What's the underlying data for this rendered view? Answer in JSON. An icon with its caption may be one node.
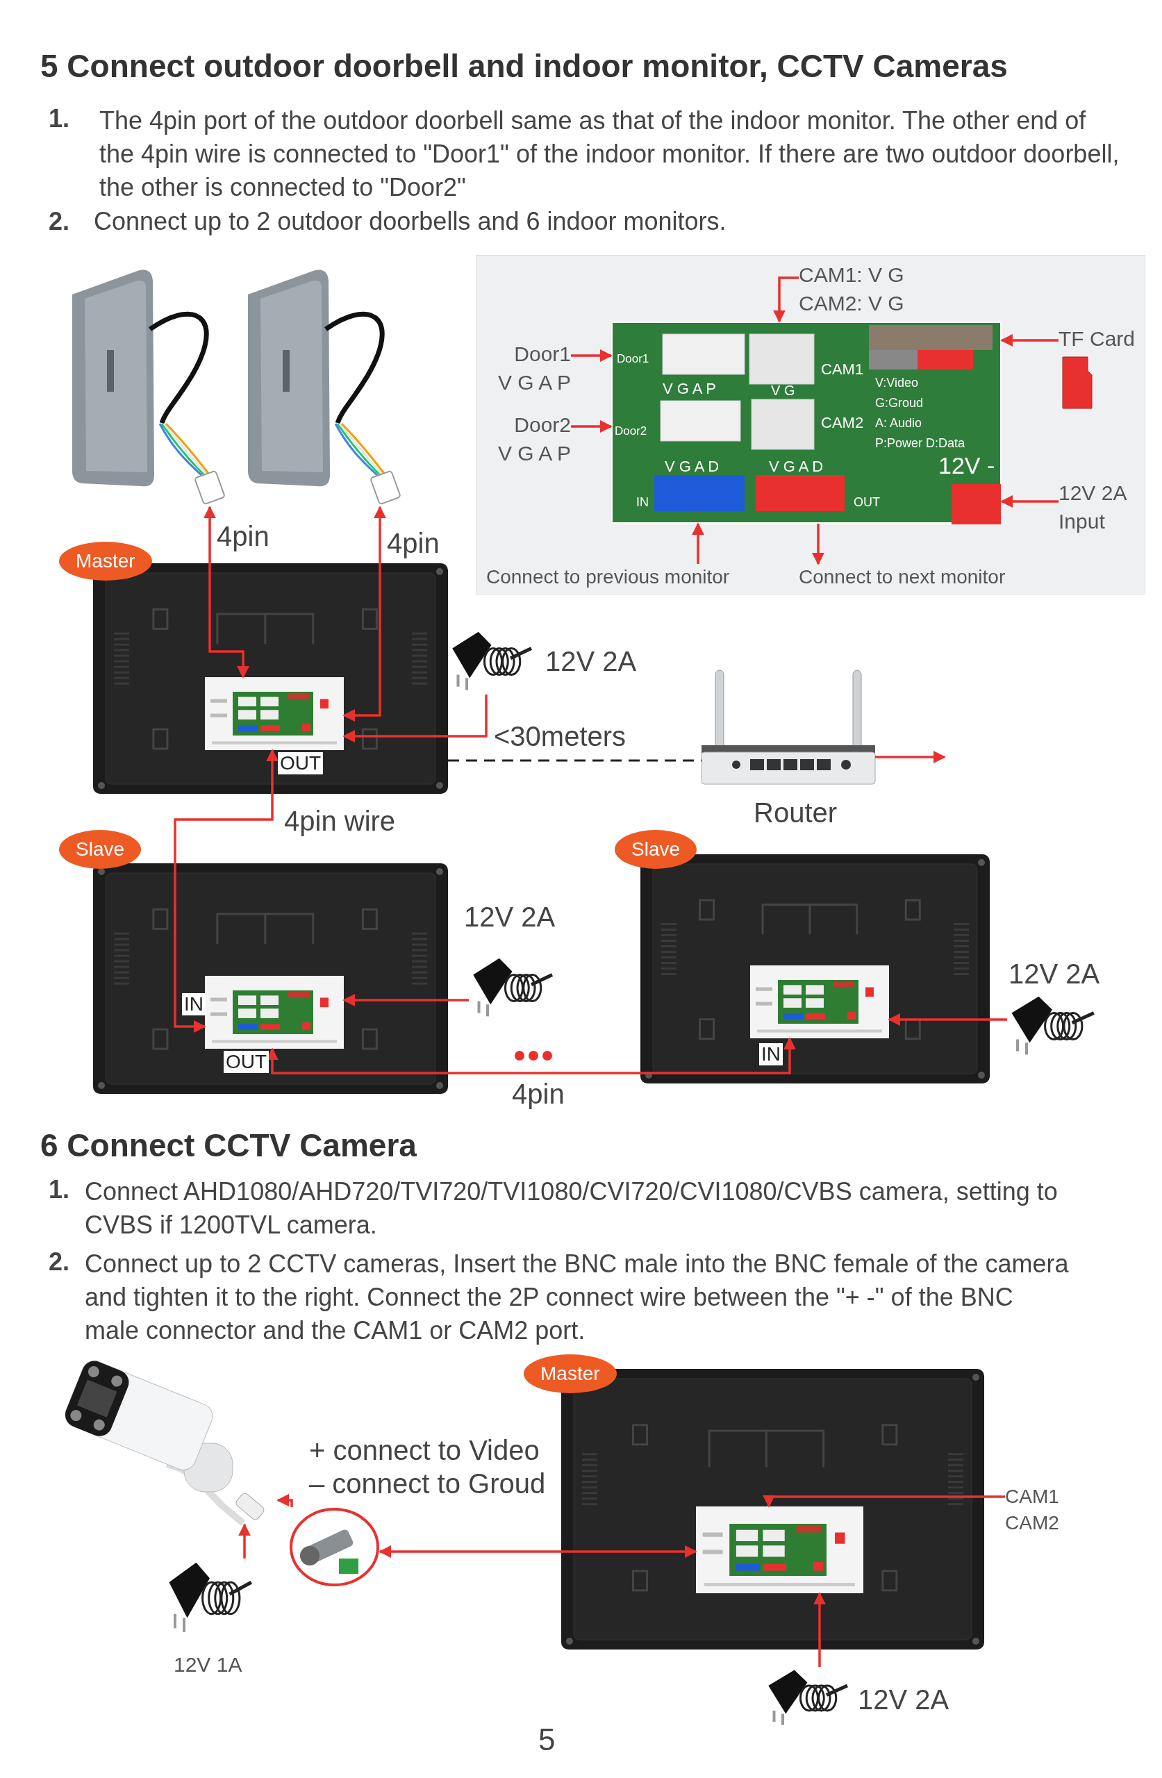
{
  "diagram": {
    "title": "5 Connect outdoor doorbell and indoor monitor, CCTV Cameras",
    "nodes": [
      {
        "text": [],
        "shape": "picture"
      },
      {
        "text": [],
        "shape": "picture"
      },
      {
        "text": [
          "CAM1:  V  G",
          "CAM2:  V  G"
        ]
      },
      {
        "text": [
          "Door1",
          "V G A P"
        ]
      },
      {
        "text": [
          "Door2",
          "V G A P"
        ]
      },
      {
        "text": [
          "Door1",
          "V G A P",
          "V G",
          "CAM1",
          "Door2",
          "CAM2",
          "V G A D",
          "V G A D",
          "V:Video",
          "G:Groud",
          "A: Audio",
          "P:Power D:Data",
          "12V -",
          "IN",
          "OUT"
        ]
      },
      {
        "text": [
          "TF Card"
        ]
      },
      {
        "text": [
          "12V 2A Input"
        ]
      },
      {
        "text": [
          "Connect to previous monitor"
        ]
      },
      {
        "text": [
          "Connect to next monitor"
        ]
      },
      {
        "text": [],
        "shape": "picture",
        "beside": [
          "Master"
        ]
      },
      {
        "text": [],
        "shape": "picture",
        "in": 10,
        "beside": [
          "OUT"
        ]
      },
      {
        "text": [],
        "shape": "picture",
        "beside": [
          "12V 2A"
        ]
      },
      {
        "text": [],
        "shape": "picture",
        "beside": [
          "Router"
        ]
      },
      {
        "text": [],
        "shape": "picture",
        "beside": [
          "Slave"
        ]
      },
      {
        "text": [],
        "shape": "picture",
        "in": 14,
        "beside": [
          "IN",
          "OUT"
        ]
      },
      {
        "text": [],
        "shape": "picture",
        "beside": [
          "12V 2A"
        ]
      },
      {
        "text": [],
        "shape": "picture",
        "beside": [
          "Slave"
        ]
      },
      {
        "text": [],
        "shape": "picture",
        "in": 17,
        "beside": [
          "IN"
        ]
      },
      {
        "text": [],
        "shape": "picture",
        "beside": [
          "12V 2A"
        ]
      },
      {
        "text": [],
        "shape": "picture"
      },
      {
        "text": [],
        "shape": "picture"
      },
      {
        "text": [],
        "shape": "picture",
        "beside": [
          "12V 1A"
        ]
      },
      {
        "text": [],
        "shape": "picture",
        "beside": [
          "Master"
        ]
      },
      {
        "text": [],
        "shape": "picture",
        "in": 23
      },
      {
        "text": [],
        "shape": "picture",
        "beside": [
          "12V 2A"
        ]
      },
      {
        "text": [
          "CAM1",
          "CAM2"
        ]
      }
    ],
    "edges": [
      {
        "from": 11,
        "to": 0,
        "arrow": "both",
        "label": "4pin"
      },
      {
        "from": 11,
        "to": 1,
        "arrow": "both",
        "label": "4pin"
      },
      {
        "from": 10,
        "to": 13,
        "arrow": "none",
        "label": "<30meters",
        "style": "dashed",
        "color": "#222222"
      },
      {
        "from": 13,
        "to": null,
        "arrow": "to"
      },
      {
        "from": 11,
        "to": 15,
        "arrow": "both",
        "label": "4pin wire"
      },
      {
        "from": 15,
        "to": 18,
        "arrow": "both",
        "label": "4pin"
      },
      {
        "from": 16,
        "to": 15,
        "arrow": "to"
      },
      {
        "from": 19,
        "to": 18,
        "arrow": "to"
      },
      {
        "from": 2,
        "to": 5,
        "arrow": "to"
      },
      {
        "from": 3,
        "to": 5,
        "arrow": "to"
      },
      {
        "from": 4,
        "to": 5,
        "arrow": "to"
      },
      {
        "from": 6,
        "to": 5,
        "arrow": "to"
      },
      {
        "from": 7,
        "to": 5,
        "arrow": "to"
      },
      {
        "from": 8,
        "to": 5,
        "arrow": "to"
      },
      {
        "from": 5,
        "to": 9,
        "arrow": "to"
      },
      {
        "from": 22,
        "to": 20,
        "arrow": "to"
      },
      {
        "from": 21,
        "to": 20,
        "arrow": "to"
      },
      {
        "from": 24,
        "to": 21,
        "arrow": "both"
      },
      {
        "from": 25,
        "to": 24,
        "arrow": "to"
      },
      {
        "from": 26,
        "to": 24,
        "arrow": "to"
      },
      {
        "from": 12,
        "to": 11,
        "arrow": "to"
      }
    ],
    "labels": [
      "1.",
      "The 4pin port of the outdoor doorbell same as that of the indoor monitor. The other end of the 4pin wire is connected to \"Door1\" of the indoor monitor. If there are two outdoor doorbell, the other is connected to \"Door2\"",
      "2.",
      "Connect up to 2 outdoor doorbells and 6 indoor monitors.",
      "6 Connect CCTV Camera",
      "1.",
      "Connect AHD1080/AHD720/TVI720/TVI1080/CVI720/CVI1080/CVBS camera, setting to CVBS if 1200TVL camera.",
      "2.",
      "Connect up to 2 CCTV cameras, Insert the BNC male into the BNC female of the camera and tighten it to the right. Connect the 2P connect wire between the \"+ -\" of the BNC male connector and the CAM1 or CAM2 port.",
      "+ connect to Video",
      "– connect to Groud",
      "5"
    ]
  }
}
